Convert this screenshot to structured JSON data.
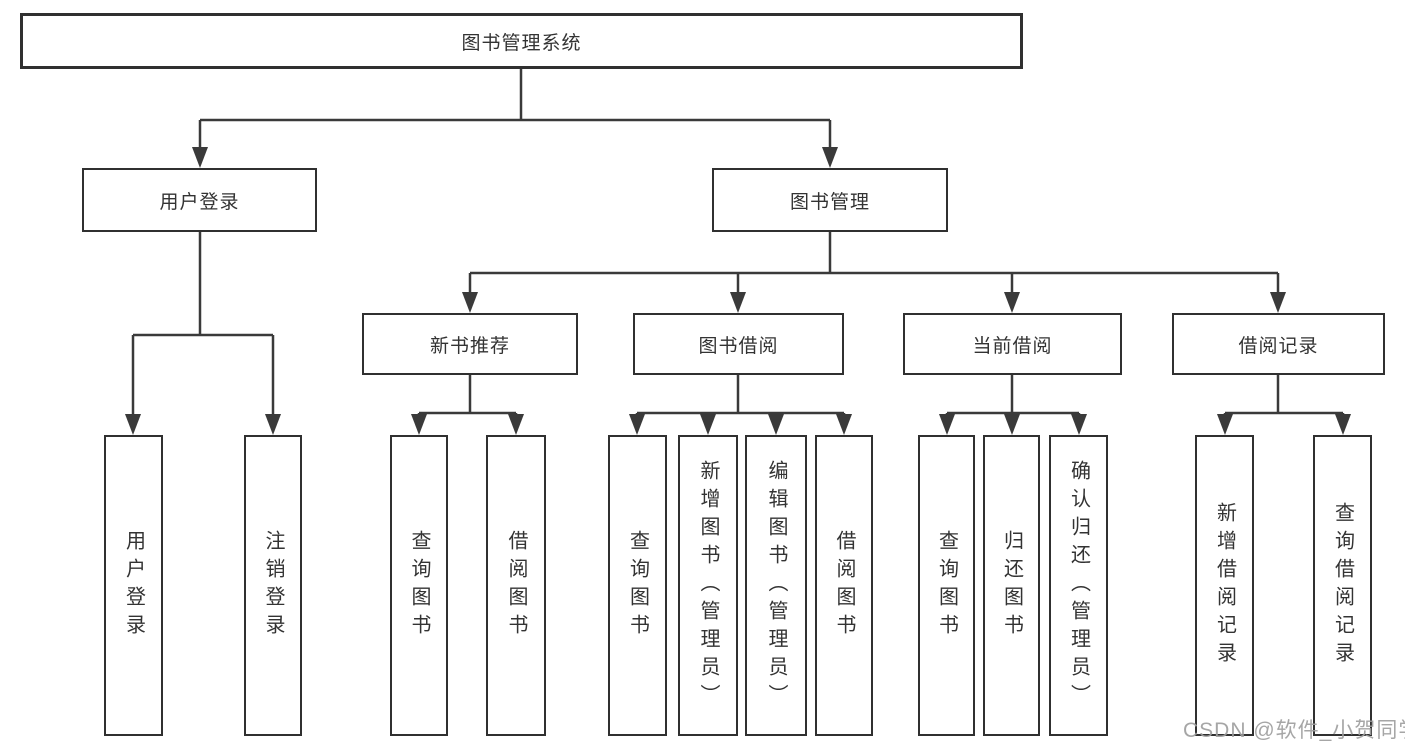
{
  "diagram": {
    "root_label": "图书管理系统",
    "branches": [
      {
        "label": "用户登录",
        "leaves": [
          "用户登录",
          "注销登录"
        ]
      },
      {
        "label": "图书管理",
        "groups": [
          {
            "label": "新书推荐",
            "leaves": [
              "查询图书",
              "借阅图书"
            ]
          },
          {
            "label": "图书借阅",
            "leaves": [
              "查询图书",
              "新增图书（管理员）",
              "编辑图书（管理员）",
              "借阅图书"
            ]
          },
          {
            "label": "当前借阅",
            "leaves": [
              "查询图书",
              "归还图书",
              "确认归还（管理员）"
            ]
          },
          {
            "label": "借阅记录",
            "leaves": [
              "新增借阅记录",
              "查询借阅记录"
            ]
          }
        ]
      }
    ]
  },
  "colors": {
    "line": "#3a3a3a",
    "box_border": "#303030",
    "text": "#333333",
    "watermark": "#9e9e9e"
  },
  "watermark": "CSDN @软件_小贺同学"
}
